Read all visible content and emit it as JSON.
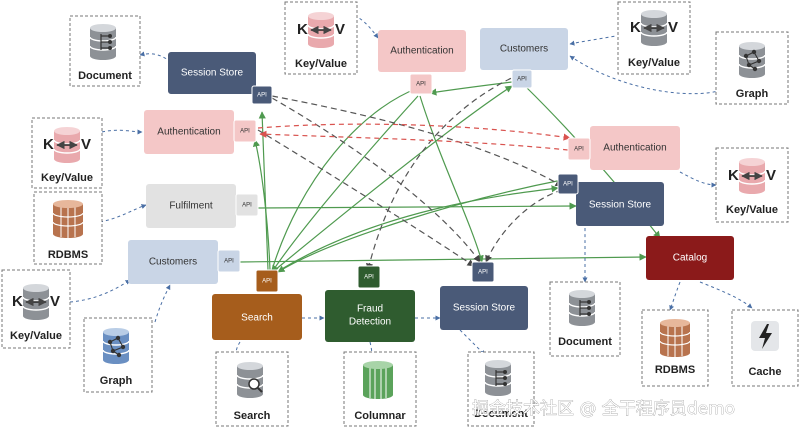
{
  "services": {
    "session_store_1": {
      "label": "Session Store",
      "api": "API",
      "color": "#4a5a78",
      "text_color": "#ffffff"
    },
    "authentication_1": {
      "label": "Authentication",
      "api": "API",
      "color": "#f4c7c7",
      "text_color": "#333333"
    },
    "customers_1": {
      "label": "Customers",
      "api": "API",
      "color": "#c9d5e6",
      "text_color": "#333333"
    },
    "authentication_2": {
      "label": "Authentication",
      "api": "API",
      "color": "#f4c7c7",
      "text_color": "#333333"
    },
    "authentication_3": {
      "label": "Authentication",
      "api": "API",
      "color": "#f4c7c7",
      "text_color": "#333333"
    },
    "fulfilment": {
      "label": "Fulfilment",
      "api": "API",
      "color": "#e2e2e2",
      "text_color": "#333333"
    },
    "session_store_2": {
      "label": "Session Store",
      "api": "API",
      "color": "#4a5a78",
      "text_color": "#ffffff"
    },
    "customers_2": {
      "label": "Customers",
      "api": "API",
      "color": "#c9d5e6",
      "text_color": "#333333"
    },
    "catalog": {
      "label": "Catalog",
      "color": "#8b1a1a",
      "text_color": "#ffffff"
    },
    "search": {
      "label": "Search",
      "api": "API",
      "color": "#a65d1c",
      "text_color": "#ffffff"
    },
    "fraud_detection": {
      "label": "Fraud\nDetection",
      "line1": "Fraud",
      "line2": "Detection",
      "api": "API",
      "color": "#2f5c2f",
      "text_color": "#ffffff"
    },
    "session_store_3": {
      "label": "Session Store",
      "api": "API",
      "color": "#4a5a78",
      "text_color": "#ffffff"
    }
  },
  "stores": {
    "document_1": {
      "label": "Document",
      "icon": "document-db-icon"
    },
    "key_value_1": {
      "label": "Key/Value",
      "icon": "key-value-icon"
    },
    "key_value_2": {
      "label": "Key/Value",
      "icon": "key-value-icon"
    },
    "graph_1": {
      "label": "Graph",
      "icon": "graph-db-icon"
    },
    "key_value_3": {
      "label": "Key/Value",
      "icon": "key-value-icon"
    },
    "key_value_4": {
      "label": "Key/Value",
      "icon": "key-value-icon"
    },
    "rdbms_1": {
      "label": "RDBMS",
      "icon": "rdbms-icon"
    },
    "key_value_5": {
      "label": "Key/Value",
      "icon": "key-value-icon"
    },
    "graph_2": {
      "label": "Graph",
      "icon": "graph-db-icon"
    },
    "search_store": {
      "label": "Search",
      "icon": "search-db-icon"
    },
    "columnar": {
      "label": "Columnar",
      "icon": "columnar-db-icon"
    },
    "document_2": {
      "label": "Document",
      "icon": "document-db-icon"
    },
    "document_3": {
      "label": "Document",
      "icon": "document-db-icon"
    },
    "rdbms_2": {
      "label": "RDBMS",
      "icon": "rdbms-icon"
    },
    "cache": {
      "label": "Cache",
      "icon": "cache-icon"
    }
  },
  "key_value_glyph": {
    "k": "K",
    "v": "V"
  },
  "watermark": "掘金技术社区 @ 全干程序员demo",
  "colors": {
    "green_link": "#4f9a4f",
    "dashed_link": "#555555",
    "red_dashed_link": "#d9534f",
    "store_border": "#777777",
    "db_dark_gray": "#8d9196",
    "db_light_gray": "#d4d7db",
    "db_pink": "#e9a9ad",
    "db_brown": "#b8734e",
    "db_blue": "#6a8fc2",
    "db_green": "#5ba35b"
  }
}
